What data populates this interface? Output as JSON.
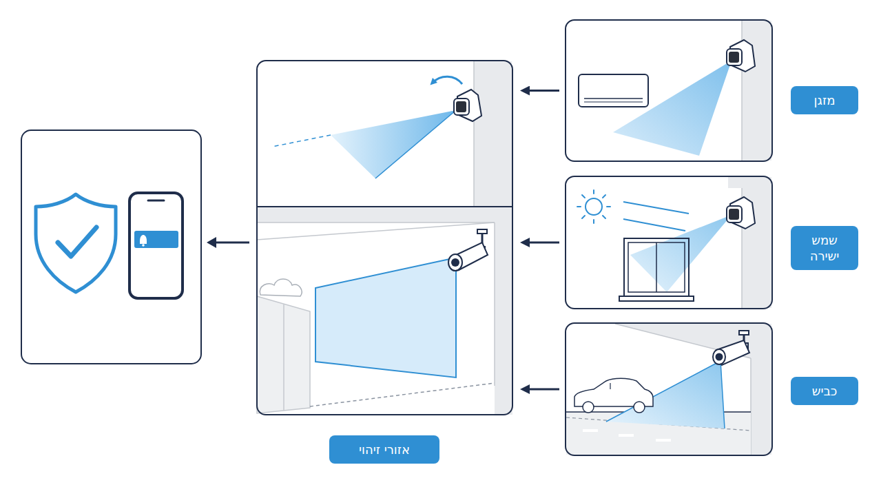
{
  "diagram": {
    "nodes": [
      {
        "text": [
          "מזגן"
        ]
      },
      {
        "text": [
          "שמש ישירה"
        ]
      },
      {
        "text": [
          "כביש"
        ]
      },
      {
        "text": [
          "אזורי זיהוי"
        ]
      }
    ],
    "edges": [
      {
        "from": 0,
        "to": 3,
        "arrow": "to"
      },
      {
        "from": 1,
        "to": 3,
        "arrow": "to"
      },
      {
        "from": 2,
        "to": 3,
        "arrow": "to"
      }
    ]
  }
}
